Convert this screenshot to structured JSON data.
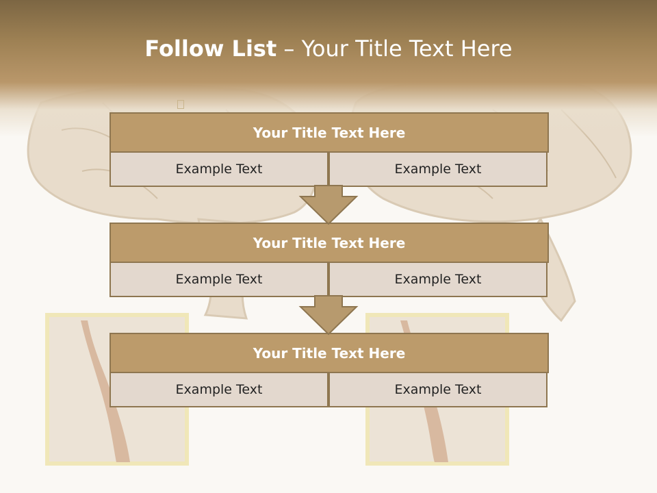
{
  "slide": {
    "title_bold": "Follow List",
    "title_rest": " – Your Title Text Here"
  },
  "blocks": [
    {
      "title": "Your Title Text Here",
      "left_text": "Example Text",
      "right_text": "Example Text"
    },
    {
      "title": "Your Title Text Here",
      "left_text": "Example Text",
      "right_text": "Example Text"
    },
    {
      "title": "Your Title Text Here",
      "left_text": "Example Text",
      "right_text": "Example Text"
    }
  ],
  "colors": {
    "header_dark": "#7c6643",
    "header_mid": "#b9976a",
    "block_title_fill": "#bc9b6b",
    "block_cell_fill": "#e3d8ce",
    "border": "#8e7650",
    "arrow_fill": "#b79a6e",
    "background": "#faf8f4"
  }
}
